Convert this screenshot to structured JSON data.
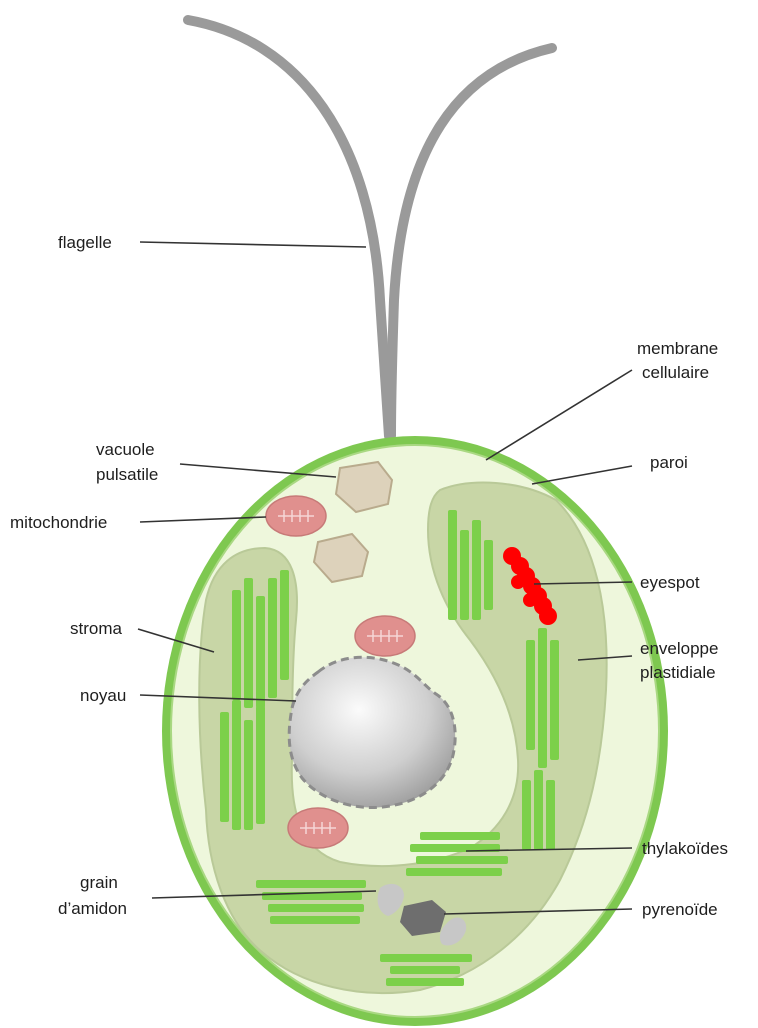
{
  "labels": {
    "flagelle": "flagelle",
    "membrane_line1": "membrane",
    "membrane_line2": "cellulaire",
    "vacuole_line1": "vacuole",
    "vacuole_line2": "pulsatile",
    "paroi": "paroi",
    "mitochondrie": "mitochondrie",
    "eyespot": "eyespot",
    "stroma": "stroma",
    "enveloppe_line1": "enveloppe",
    "enveloppe_line2": "plastidiale",
    "noyau": "noyau",
    "thylakoides": "thylakoïdes",
    "grain_line1": "grain",
    "grain_line2": "d’amidon",
    "pyrenoide": "pyrenoïde"
  },
  "colors": {
    "flagellum": "#9a9a9a",
    "cell_wall": "#7ec850",
    "cytoplasm": "#eef7dc",
    "chloroplast": "#c8d6a6",
    "thylakoid": "#7cd04a",
    "mitochondrion": "#e0908e",
    "vacuole": "#ddd2bb",
    "eyespot": "#ff0000",
    "nucleus": "#b8b8b8",
    "pyrenoid": "#6e6e6e",
    "starch": "#c7c7c7"
  }
}
